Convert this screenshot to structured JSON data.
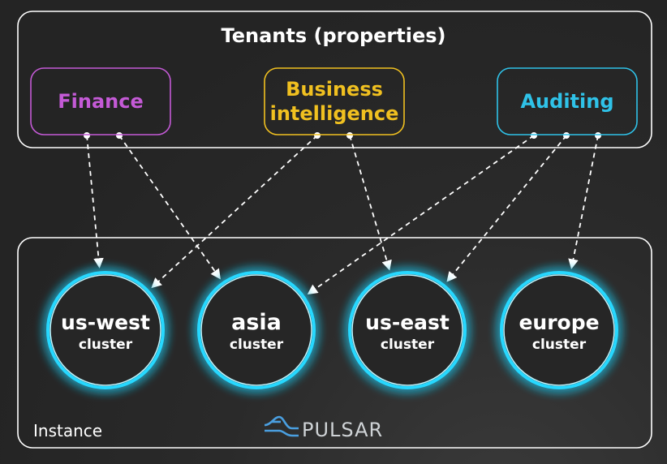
{
  "tenants": {
    "title": "Tenants (properties)",
    "items": [
      {
        "id": "finance",
        "lines": [
          "Finance"
        ],
        "color": "#c45ad6"
      },
      {
        "id": "business-intelligence",
        "lines": [
          "Business",
          "intelligence"
        ],
        "color": "#f0c020"
      },
      {
        "id": "auditing",
        "lines": [
          "Auditing"
        ],
        "color": "#2fc2e8"
      }
    ]
  },
  "instance": {
    "label": "Instance",
    "brand": "PULSAR",
    "brand_color": "#4a9fe0"
  },
  "clusters": [
    {
      "id": "us-west",
      "name": "us-west",
      "sub": "cluster"
    },
    {
      "id": "asia",
      "name": "asia",
      "sub": "cluster"
    },
    {
      "id": "us-east",
      "name": "us-east",
      "sub": "cluster"
    },
    {
      "id": "europe",
      "name": "europe",
      "sub": "cluster"
    }
  ],
  "glow_color": "#25d8ff",
  "connections": [
    {
      "from": "finance",
      "to": "us-west"
    },
    {
      "from": "finance",
      "to": "asia"
    },
    {
      "from": "business-intelligence",
      "to": "us-west"
    },
    {
      "from": "business-intelligence",
      "to": "us-east"
    },
    {
      "from": "auditing",
      "to": "asia"
    },
    {
      "from": "auditing",
      "to": "us-east"
    },
    {
      "from": "auditing",
      "to": "europe"
    }
  ]
}
